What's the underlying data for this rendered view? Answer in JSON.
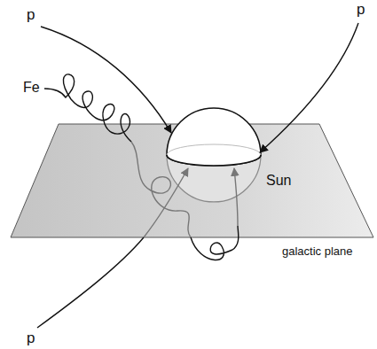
{
  "diagram": {
    "labels": [
      "p",
      "p",
      "Fe",
      "Sun",
      "galactic plane",
      "p"
    ]
  }
}
